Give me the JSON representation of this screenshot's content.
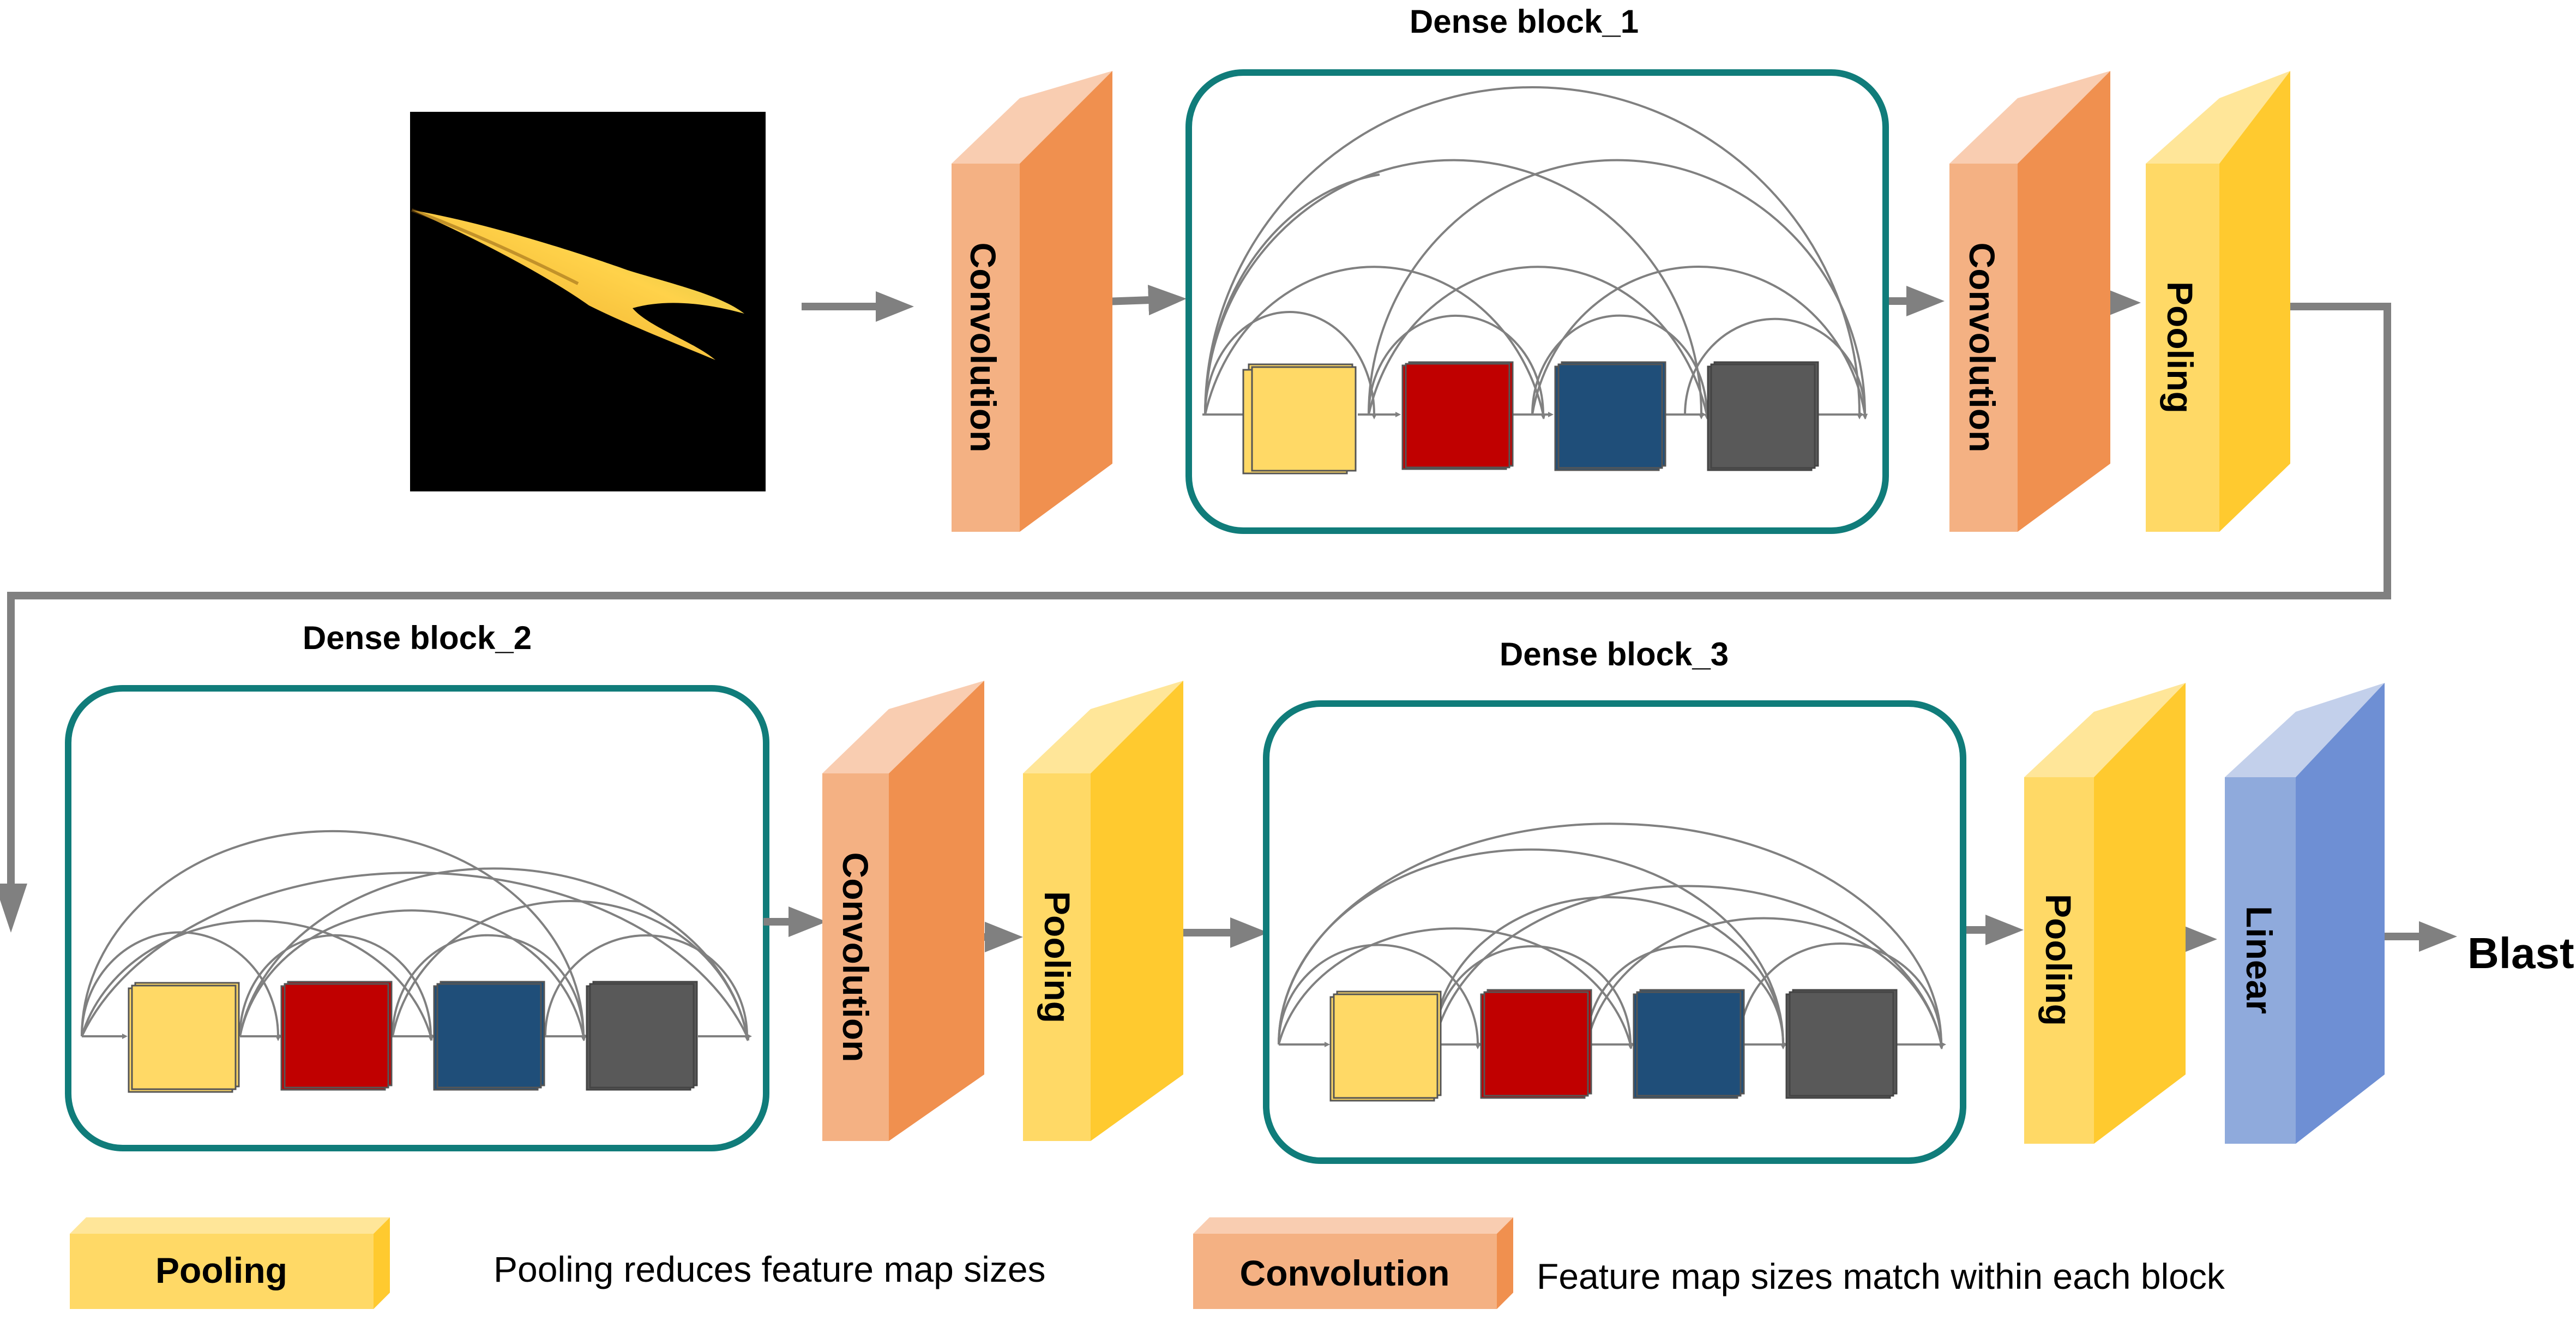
{
  "input": {
    "name": "input-cell-image"
  },
  "layers": {
    "conv1": "Convolution",
    "conv2": "Convolution",
    "pool1": "Pooling",
    "conv3": "Convolution",
    "pool2": "Pooling",
    "pool3": "Pooling",
    "linear": "Linear"
  },
  "blocks": {
    "block1_title": "Dense block_1",
    "block2_title": "Dense block_2",
    "block3_title": "Dense block_3"
  },
  "output": "Blast",
  "legend": {
    "pooling_label": "Pooling",
    "pooling_desc": "Pooling reduces feature map sizes",
    "conv_label": "Convolution",
    "conv_desc": "Feature map sizes match within each block"
  },
  "colors": {
    "convolution": "#F0904F",
    "pooling": "#FFCA2F",
    "linear": "#6E8FD4",
    "block_border": "#107C7A",
    "feature_yellow": "#FFD966",
    "feature_red": "#C00000",
    "feature_blue": "#1F4E79",
    "feature_gray": "#595959",
    "arrow": "#808080"
  }
}
